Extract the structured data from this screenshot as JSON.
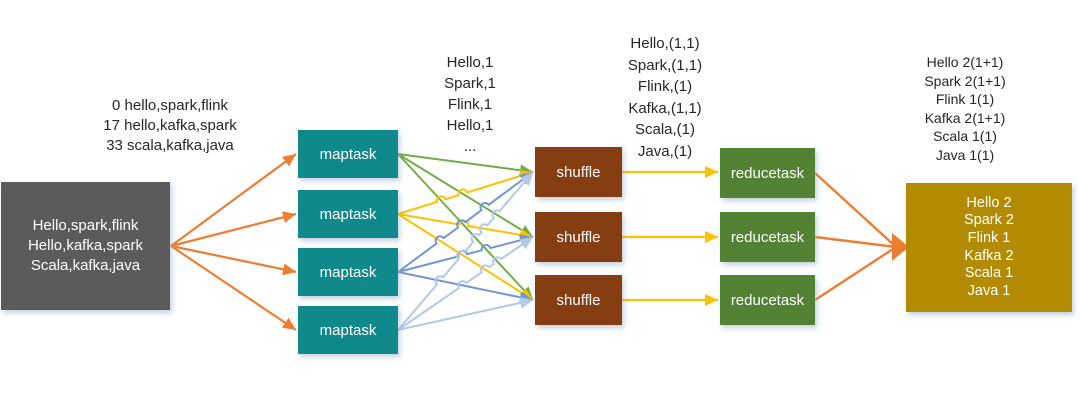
{
  "diagram": {
    "input_annotation": [
      "0 hello,spark,flink",
      "17 hello,kafka,spark",
      "33 scala,kafka,java"
    ],
    "input_box": [
      "Hello,spark,flink",
      "Hello,kafka,spark",
      "Scala,kafka,java"
    ],
    "map_label": "maptask",
    "map_output_annotation": [
      "Hello,1",
      "Spark,1",
      "Flink,1",
      "Hello,1",
      "..."
    ],
    "shuffle_label": "shuffle",
    "shuffle_output_annotation": [
      "Hello,(1,1)",
      "Spark,(1,1)",
      "Flink,(1)",
      "Kafka,(1,1)",
      "Scala,(1)",
      "Java,(1)"
    ],
    "reduce_label": "reducetask",
    "reduce_output_annotation": [
      "Hello 2(1+1)",
      "Spark 2(1+1)",
      "Flink 1(1)",
      "Kafka 2(1+1)",
      "Scala 1(1)",
      "Java 1(1)"
    ],
    "result_box": [
      "Hello 2",
      "Spark 2",
      "Flink 1",
      "Kafka 2",
      "Scala 1",
      "Java 1"
    ]
  },
  "colors": {
    "input_box": "#5B5B5B",
    "map_box": "#10898C",
    "shuffle_box": "#843E12",
    "reduce_box": "#548235",
    "result_box": "#B38B00",
    "box_text": "#FFFFFF",
    "annotation_text": "#262626",
    "arrow_orange": "#ED7D31",
    "arrow_yellow": "#FFC000",
    "arrow_green": "#70AD47",
    "arrow_steelblue": "#7097D1",
    "arrow_lightblue": "#B3C9E8"
  }
}
